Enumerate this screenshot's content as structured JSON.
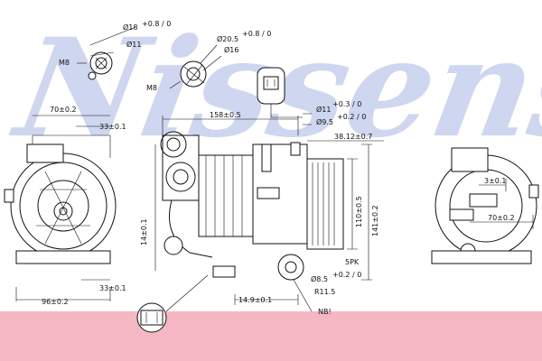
{
  "watermark": {
    "text": "Nissens",
    "color": "#cfd6ef",
    "band_color": "#f5b7c3"
  },
  "labels": {
    "fitting_left_d1": "Ø18",
    "fitting_left_d1_tol": "+0.8 / 0",
    "fitting_left_d2": "Ø11",
    "fitting_left_thread": "M8",
    "fitting_right_d1": "Ø20.5",
    "fitting_right_d1_tol": "+0.8 / 0",
    "fitting_right_d2": "Ø16",
    "fitting_right_thread": "M8",
    "front_width": "70±0.2",
    "front_offset_top": "33±0.1",
    "front_offset_bottom": "33±0.1",
    "front_total": "96±0.2",
    "side_length": "158±0.5",
    "side_d11": "Ø11",
    "side_d11_tol": "+0.3 / 0",
    "side_d95": "Ø9.5",
    "side_d95_tol": "+0.2 / 0",
    "side_38": "38.12±0.7",
    "side_height_141": "141±0.2",
    "side_height_110": "110±0.5",
    "side_height_14": "14±0.1",
    "side_5pk": "5PK",
    "side_d85": "Ø8.5",
    "side_d85_tol": "+0.2 / 0",
    "side_r115": "R11.5",
    "side_149": "14.9±0.1",
    "side_nb": "NB!",
    "rear_3": "3±0.1",
    "rear_70": "70±0.2"
  }
}
